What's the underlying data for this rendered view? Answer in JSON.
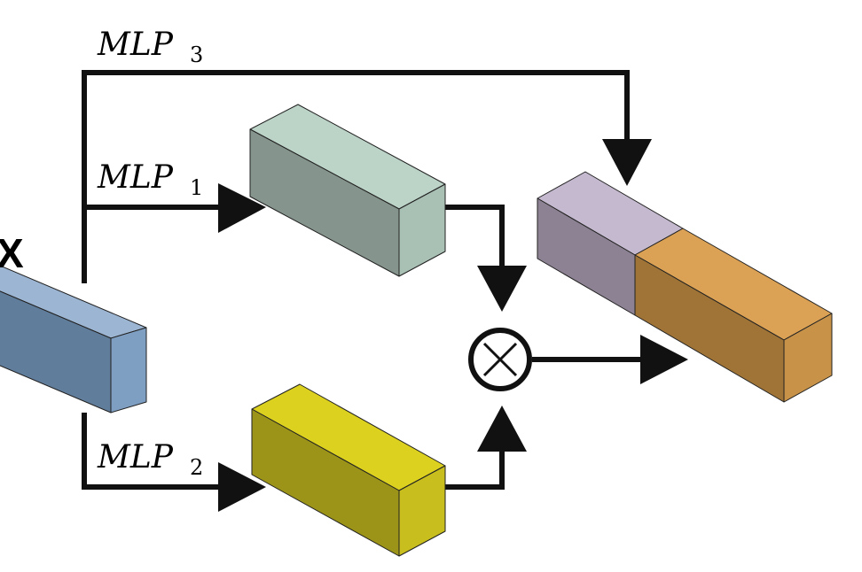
{
  "input": {
    "label": "X"
  },
  "labels": {
    "mlp1": {
      "name": "MLP",
      "sub": "1"
    },
    "mlp2": {
      "name": "MLP",
      "sub": "2"
    },
    "mlp3": {
      "name": "MLP",
      "sub": "3"
    }
  },
  "operator": {
    "icon": "multiply-circle-icon"
  },
  "colors": {
    "input_block": "#86a6c8",
    "mlp1_block": "#b9d1c5",
    "mlp2_block": "#d8cd1d",
    "output_left_block": "#c2b8cc",
    "output_right_block": "#d99e52",
    "lines": "#111111"
  }
}
